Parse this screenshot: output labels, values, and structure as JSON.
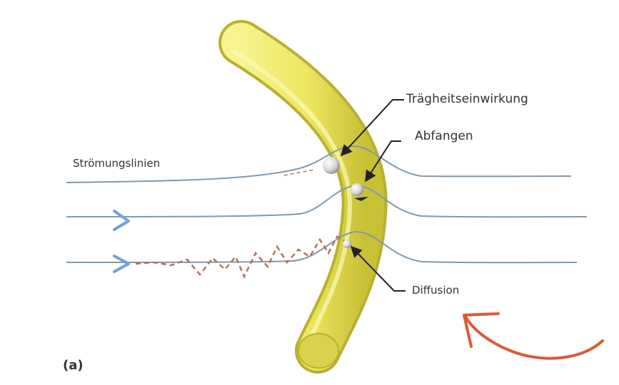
{
  "labels": {
    "stroemungslinien": "Strömungslinien",
    "traegheit": "Trägheitseinwirkung",
    "abfangen": "Abfangen",
    "diffusion": "Diffusion",
    "panel": "(a)"
  },
  "colors": {
    "fiber": "#eeea6a",
    "fiber_shade": "#c9c23a",
    "streamline": "#7f9ab0",
    "arrow_head": "#6fa3d6",
    "diffusion_path": "#b5705a",
    "curved_arrow": "#dc5a36",
    "pointer": "#222222",
    "text": "#333333"
  },
  "icons": [
    "flow-direction-arrow-icon",
    "rotation-arrow-icon",
    "particle-icon"
  ]
}
